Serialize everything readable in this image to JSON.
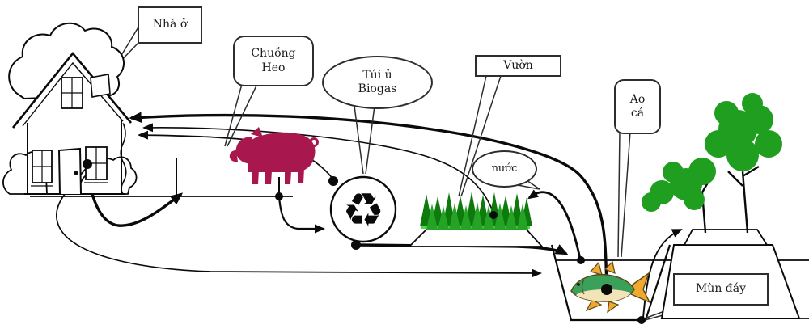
{
  "diagram": {
    "title_implicit": "VAC biogas farm cycle",
    "labels": {
      "house": "Nhà ở",
      "pig_pen": [
        "Chuồng",
        "Heo"
      ],
      "biogas_bag": [
        "Túi ủ",
        "Biogas"
      ],
      "garden": "Vườn",
      "water": "nước",
      "fish_pond": [
        "Ao",
        "cá"
      ],
      "bottom_sediment": "Mùn đáy"
    },
    "icons": {
      "recycle_glyph": "♻"
    },
    "colors": {
      "outline": "#0a0a0a",
      "pig": "#a8184e",
      "garden_base": "#52d852",
      "garden_tree_dark": "#0e7a0e",
      "garden_tree_mid": "#25a325",
      "tree_canopy": "#1f9e1f",
      "fish_body": "#3aa05a",
      "fish_fin": "#f0a830",
      "fish_belly": "#f2e3b8",
      "label_border": "#2d2d2d"
    }
  }
}
